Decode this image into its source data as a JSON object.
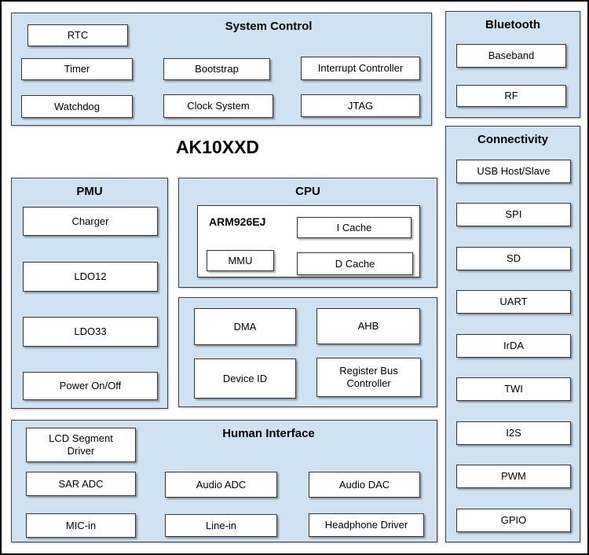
{
  "chip": {
    "title": "AK10XXD"
  },
  "colors": {
    "section_bg": "#cfe2f3",
    "box_bg": "#ffffff",
    "border": "#333333",
    "outer_border": "#000000"
  },
  "sections": {
    "system_control": {
      "title": "System Control",
      "boxes": [
        "RTC",
        "Timer",
        "Watchdog",
        "Bootstrap",
        "Clock System",
        "Interrupt Controller",
        "JTAG"
      ]
    },
    "bluetooth": {
      "title": "Bluetooth",
      "boxes": [
        "Baseband",
        "RF"
      ]
    },
    "pmu": {
      "title": "PMU",
      "boxes": [
        "Charger",
        "LDO12",
        "LDO33",
        "Power On/Off"
      ]
    },
    "cpu": {
      "title": "CPU",
      "core": "ARM926EJ",
      "boxes": [
        "I Cache",
        "MMU",
        "D Cache"
      ]
    },
    "bus": {
      "boxes": [
        "DMA",
        "AHB",
        "Device ID",
        "Register Bus Controller"
      ]
    },
    "human_interface": {
      "title": "Human Interface",
      "boxes": [
        "LCD Segment Driver",
        "SAR ADC",
        "MIC-in",
        "Audio ADC",
        "Line-in",
        "Audio DAC",
        "Headphone Driver"
      ]
    },
    "connectivity": {
      "title": "Connectivity",
      "boxes": [
        "USB Host/Slave",
        "SPI",
        "SD",
        "UART",
        "IrDA",
        "TWI",
        "I2S",
        "PWM",
        "GPIO"
      ]
    }
  }
}
